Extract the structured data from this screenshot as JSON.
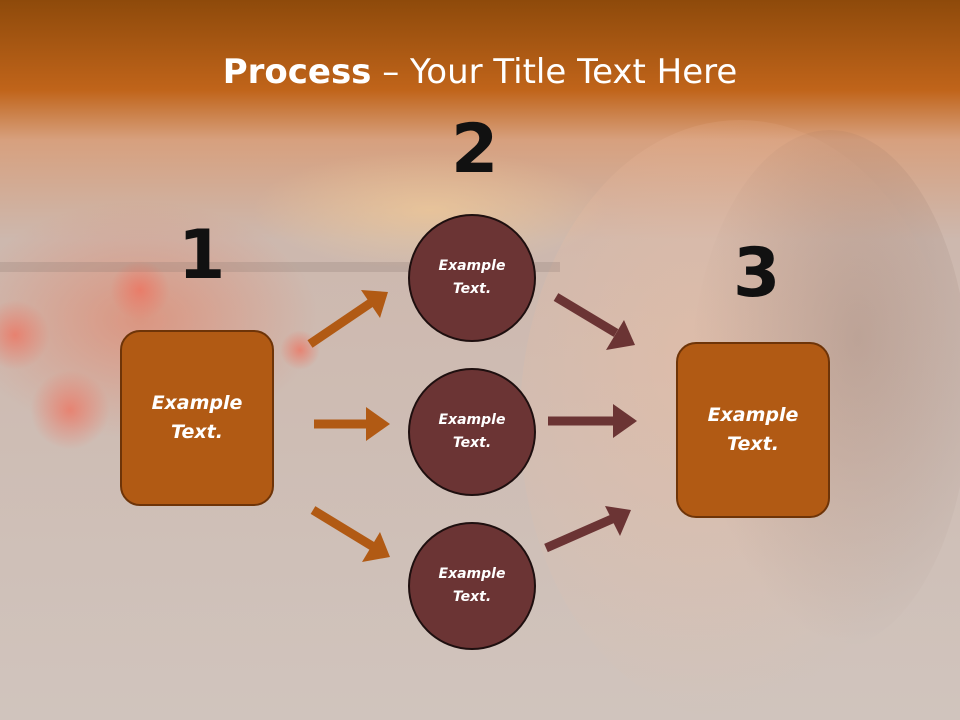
{
  "slide": {
    "title_bold": "Process",
    "title_rest": " – Your Title Text Here",
    "step_numbers": [
      "1",
      "2",
      "3"
    ],
    "left_box": {
      "line1": "Example",
      "line2": "Text."
    },
    "circles": [
      {
        "line1": "Example",
        "line2": "Text."
      },
      {
        "line1": "Example",
        "line2": "Text."
      },
      {
        "line1": "Example",
        "line2": "Text."
      }
    ],
    "right_box": {
      "line1": "Example",
      "line2": "Text."
    }
  },
  "colors": {
    "box_fill": "#b15a14",
    "circle_fill": "#6b3434",
    "arrow_left": "#b15a14",
    "arrow_right": "#6b3434",
    "title_bar": "#c0641a"
  },
  "icons": {
    "arrows_left": [
      "arrow-up-right-icon",
      "arrow-right-icon",
      "arrow-down-right-icon"
    ],
    "arrows_right": [
      "arrow-down-right-icon",
      "arrow-right-icon",
      "arrow-up-right-icon"
    ]
  }
}
